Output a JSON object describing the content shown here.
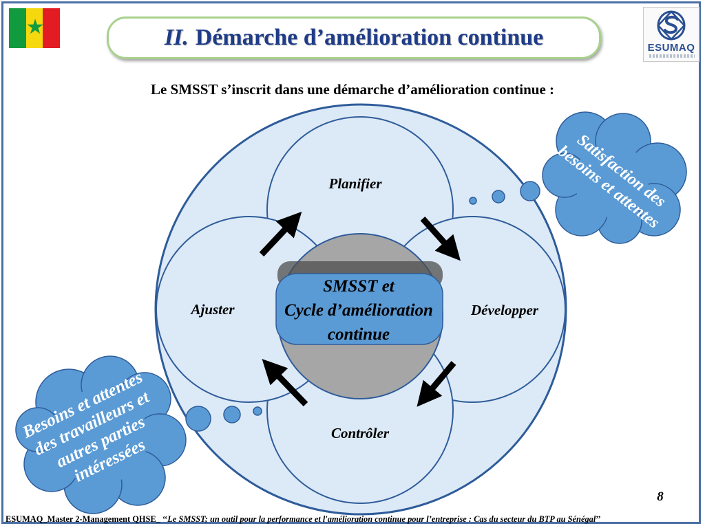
{
  "slide": {
    "title_number": "II.",
    "title_text": "Démarche d’amélioration continue",
    "subtitle": "Le SMSST s’inscrit dans une démarche d’amélioration continue :",
    "page_number": "8",
    "logo_text": "ESUMAQ"
  },
  "diagram": {
    "center": [
      "SMSST et",
      "Cycle d’amélioration",
      "continue"
    ],
    "top": "Planifier",
    "right": "Développer",
    "bottom": "Contrôler",
    "left": "Ajuster",
    "cloud_right": [
      "Satisfaction des",
      "besoins et attentes"
    ],
    "cloud_left": [
      "Besoins et attentes",
      "des travailleurs et",
      "autres parties",
      "intéressées"
    ]
  },
  "footer": {
    "prefix": "ESUMAQ_Master 2-Management QHSE_ ‘‘",
    "italic": "Le SMSST; un outil pour la performance et l'amélioration continue pour l’entreprise : Cas du secteur du BTP au Sénégal",
    "suffix": "’’"
  },
  "colors": {
    "title_blue": "#1f3c88",
    "circle_fill": "#dce9f6",
    "circle_stroke": "#2e5c9a",
    "center_gray": "#a6a6a6",
    "center_band": "#5b9bd5",
    "cloud_fill": "#5b9bd5",
    "frame": "#4a6fa5"
  }
}
